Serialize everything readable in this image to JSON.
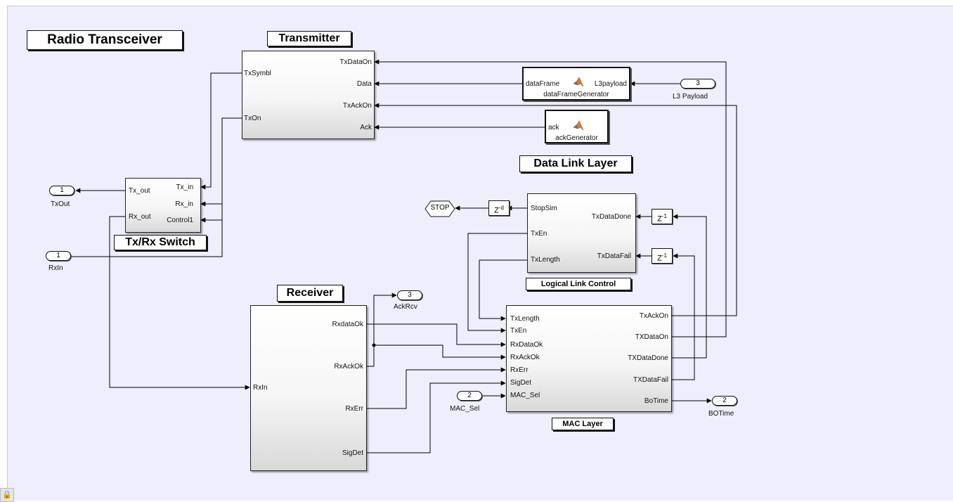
{
  "model_title": "Radio Transceiver",
  "transmitter": {
    "title": "Transmitter",
    "inputs": [
      "TxSymbl",
      "TxOn"
    ],
    "outputs": [
      "TxDataOn",
      "Data",
      "TxAckOn",
      "Ack"
    ]
  },
  "data_frame_generator": {
    "name": "dataFrameGenerator",
    "in_port": "L3payload",
    "out_port": "dataFrame"
  },
  "ack_generator": {
    "name": "ackGenerator",
    "out_port": "ack"
  },
  "l3_payload": {
    "number": "3",
    "label": "L3 Payload"
  },
  "txrx_switch": {
    "title": "Tx/Rx Switch",
    "left_ports": [
      "Tx_out",
      "Rx_out"
    ],
    "right_ports": [
      "Tx_in",
      "Rx_in",
      "Control1"
    ]
  },
  "txout": {
    "number": "1",
    "label": "TxOut"
  },
  "rxin": {
    "number": "1",
    "label": "RxIn"
  },
  "receiver": {
    "title": "Receiver",
    "input": "RxIn",
    "outputs": [
      "RxdataOk",
      "RxAckOk",
      "RxErr",
      "SigDet"
    ]
  },
  "ackrcv": {
    "number": "3",
    "label": "AckRcv"
  },
  "data_link_layer": {
    "title": "Data Link Layer",
    "stop_label": "STOP",
    "delay_d": {
      "base": "Z",
      "exp": "-d"
    },
    "delay_1": {
      "base": "Z",
      "exp": "-1"
    },
    "llc": {
      "title": "Logical Link Control",
      "left_ports": [
        "StopSim",
        "TxEn",
        "TxLength"
      ],
      "right_ports": [
        "TxDataDone",
        "TxDataFail"
      ]
    },
    "mac": {
      "title": "MAC Layer",
      "left_ports": [
        "TxLength",
        "TxEn",
        "RxDataOk",
        "RxAckOk",
        "RxErr",
        "SigDet",
        "MAC_Sel"
      ],
      "right_ports": [
        "TxAckOn",
        "TXDataOn",
        "TXDataDone",
        "TXDataFail",
        "BoTime"
      ]
    }
  },
  "mac_sel": {
    "number": "2",
    "label": "MAC_Sel"
  },
  "botime": {
    "number": "2",
    "label": "BOTime"
  },
  "colors": {
    "canvas": "#eeeefc",
    "area": "#f3e9f6",
    "wire": "#000000"
  }
}
